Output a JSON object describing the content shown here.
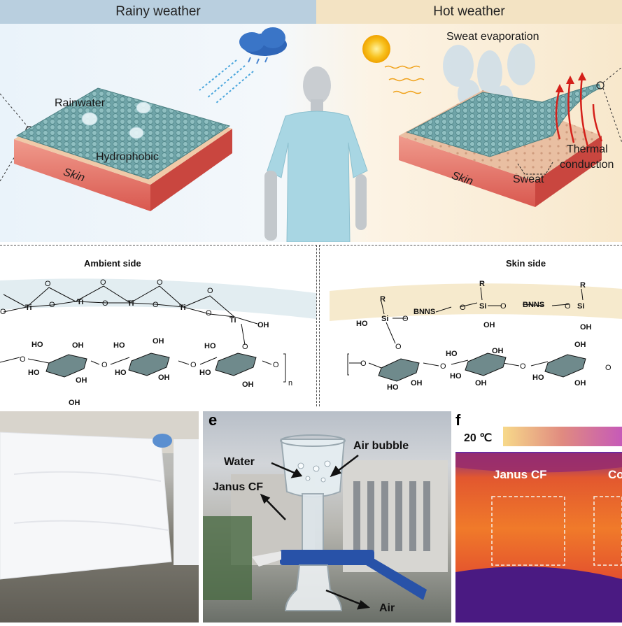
{
  "top": {
    "left_header": "Rainy weather",
    "right_header": "Hot weather",
    "left_labels": {
      "rainwater": "Rainwater",
      "hydrophobic": "Hydrophobic",
      "skin": "Skin"
    },
    "right_labels": {
      "sweat_evaporation": "Sweat evaporation",
      "thermal_line1": "Thermal",
      "thermal_line2": "conduction",
      "sweat": "Sweat",
      "skin": "Skin"
    }
  },
  "chem": {
    "ambient_title": "Ambient side",
    "skin_title": "Skin side",
    "ti": "Ti",
    "o": "O",
    "oh": "OH",
    "ho": "HO",
    "si": "Si",
    "r": "R",
    "bnns": "BNNS",
    "n": "n"
  },
  "photos": {
    "e_letter": "e",
    "f_letter": "f",
    "e_labels": {
      "water": "Water",
      "air_bubble": "Air bubble",
      "janus_cf": "Janus CF",
      "air": "Air"
    },
    "f_scale_label": "20 ℃",
    "f_label_left": "Janus CF",
    "f_label_right": "Co"
  },
  "colors": {
    "rainy_header": "#b9cfdf",
    "hot_header": "#f3e3c3",
    "skin": "#e5736b",
    "fabric": "#6fa4a8",
    "shirt": "#a8d6e3"
  }
}
